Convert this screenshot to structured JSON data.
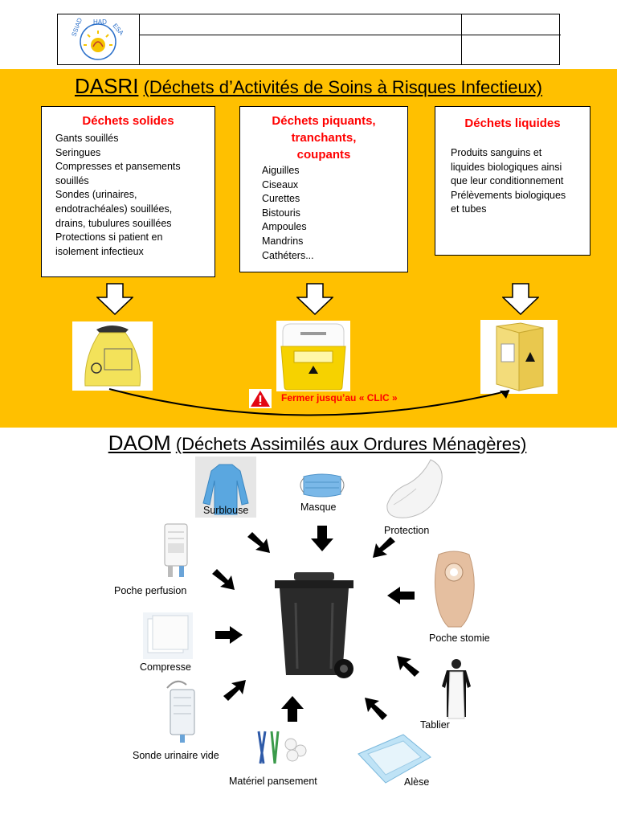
{
  "header": {
    "logo_letters": [
      "SSIAD",
      "HAD",
      "ESA"
    ]
  },
  "dasri": {
    "abbr": "DASRI",
    "full": "(Déchets d’Activités de Soins à Risques Infectieux)",
    "solid": {
      "title": "Déchets solides",
      "items": [
        "Gants souillés",
        "Seringues",
        "Compresses et pansements",
        "souillés",
        "Sondes (urinaires,",
        "endotrachéales) souillées,",
        "drains, tubulures souillées",
        "Protections si patient en",
        "isolement infectieux"
      ]
    },
    "sharp": {
      "title_lines": [
        "Déchets piquants,",
        "tranchants,",
        "coupants"
      ],
      "items": [
        "Aiguilles",
        "Ciseaux",
        "Curettes",
        "Bistouris",
        "Ampoules",
        "Mandrins",
        "Cathéters..."
      ]
    },
    "liquid": {
      "title": "Déchets liquides",
      "items": [
        "Produits sanguins et",
        "liquides biologiques ainsi",
        "que leur conditionnement",
        "Prélèvements biologiques",
        "et tubes"
      ]
    },
    "warning": "Fermer jusqu’au « CLIC »"
  },
  "daom": {
    "abbr": "DAOM",
    "full": "(Déchets Assimilés aux Ordures Ménagères)",
    "items": {
      "surblouse": "Surblouse",
      "masque": "Masque",
      "protection": "Protection",
      "poche_perfusion": "Poche perfusion",
      "poche_stomie": "Poche stomie",
      "compresse": "Compresse",
      "tablier": "Tablier",
      "sonde": "Sonde urinaire vide",
      "materiel": "Matériel pansement",
      "alese": "Alèse"
    }
  },
  "colors": {
    "band": "#FFC000",
    "red_text": "#FF0000",
    "bin": "#222222"
  }
}
